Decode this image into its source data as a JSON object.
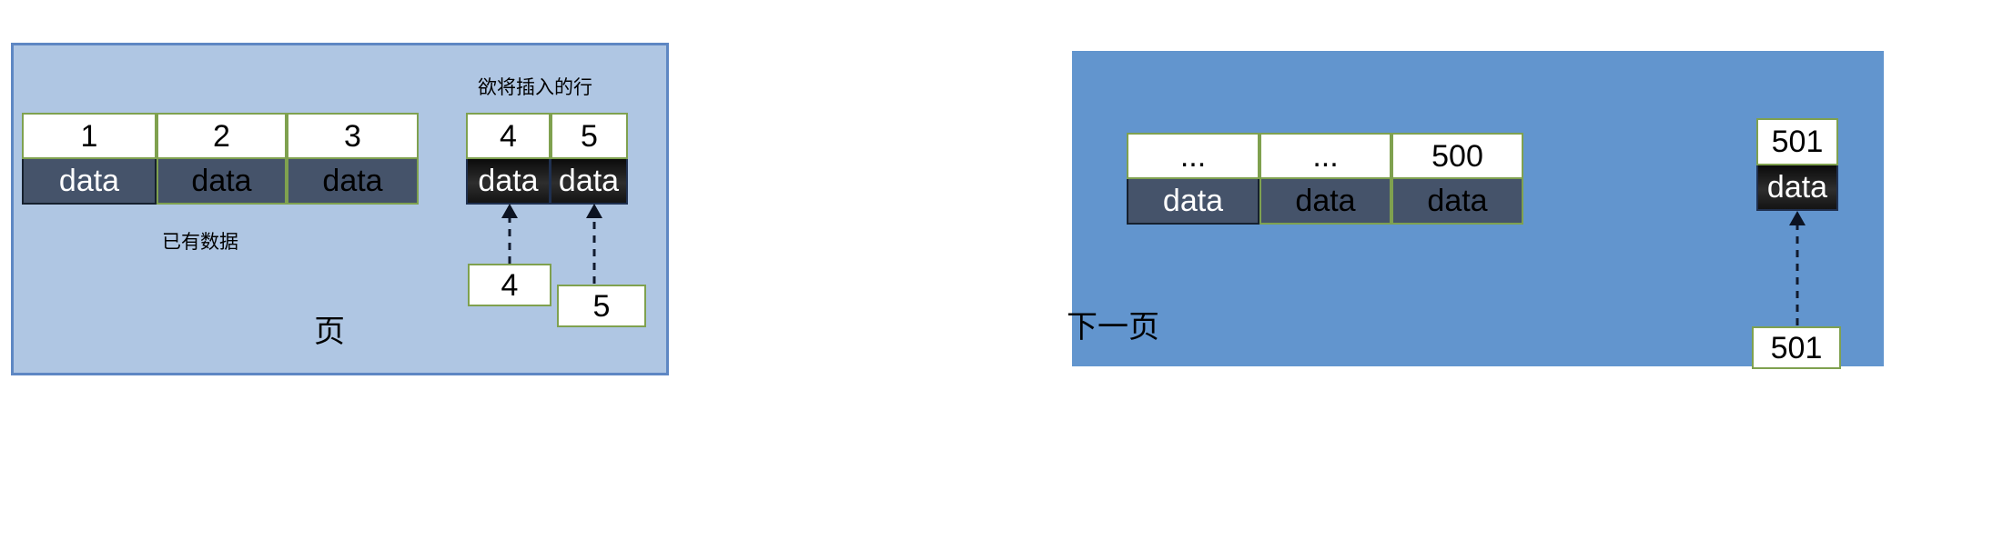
{
  "diagram": {
    "title_hidden": "",
    "colors": {
      "left_panel_bg": "#AFC6E3",
      "left_panel_border": "#5E87C3",
      "right_panel_bg": "#6295CE",
      "cell_border_green": "#7FA14F",
      "data_row_slate": "#45536A",
      "insert_cell_black": "#141414",
      "text_black": "#000000",
      "text_white": "#FFFFFF"
    }
  },
  "left_panel": {
    "name": "page",
    "footer_label": "页",
    "existing_caption": "已有数据",
    "insert_caption": "欲将插入的行",
    "existing_table": {
      "numbers": [
        "1",
        "2",
        "3"
      ],
      "data_labels": [
        "data",
        "data",
        "data"
      ]
    },
    "insert_table": {
      "numbers": [
        "4",
        "5"
      ],
      "data_labels": [
        "data",
        "data"
      ]
    },
    "source_boxes": [
      {
        "label": "4"
      },
      {
        "label": "5"
      }
    ]
  },
  "right_panel": {
    "name": "next-page",
    "footer_label": "下一页",
    "existing_table": {
      "numbers": [
        "...",
        "...",
        "500"
      ],
      "data_labels": [
        "data",
        "data",
        "data"
      ]
    },
    "insert_table": {
      "numbers": [
        "501"
      ],
      "data_labels": [
        "data"
      ]
    },
    "source_boxes": [
      {
        "label": "501"
      }
    ]
  }
}
